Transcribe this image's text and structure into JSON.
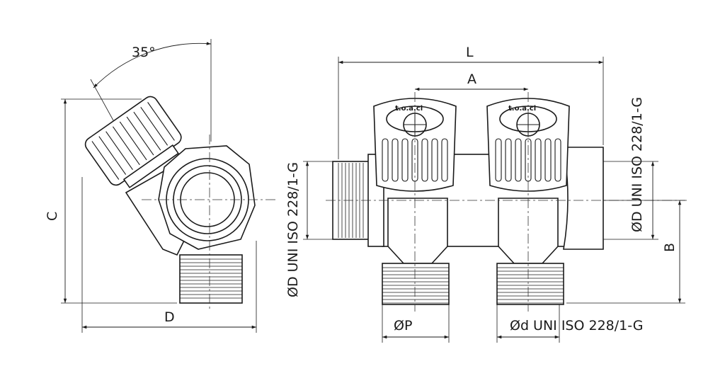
{
  "diagram": {
    "angle_label": "35°",
    "dim_L": "L",
    "dim_A": "A",
    "dim_C": "C",
    "dim_D": "D",
    "dim_B": "B",
    "dim_P": "ØP",
    "dim_D_thread_left": "ØD UNI ISO 228/1-G",
    "dim_D_thread_right": "ØD UNI ISO 228/1-G",
    "dim_d_thread": "Ød UNI ISO 228/1-G",
    "knob_brand": "t.o.a.ci"
  }
}
